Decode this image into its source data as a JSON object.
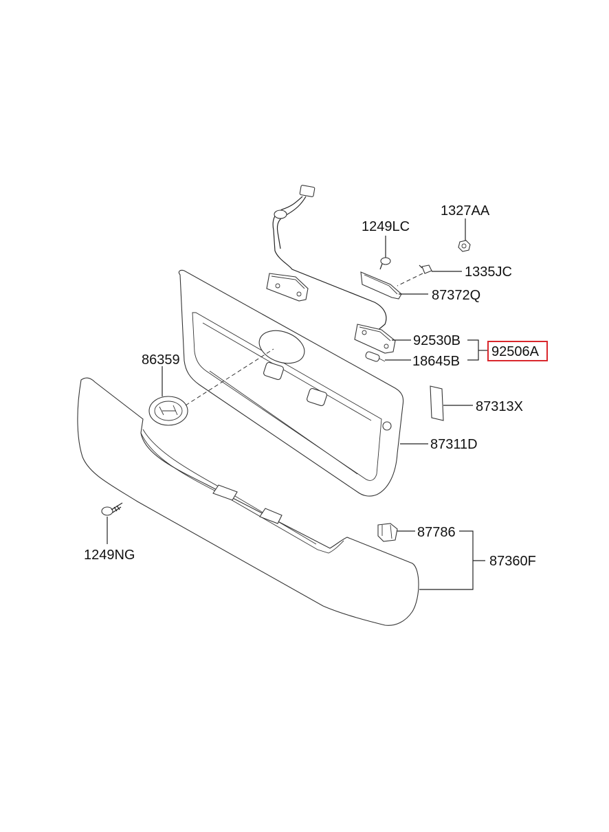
{
  "diagram": {
    "labels": {
      "p1327AA": "1327AA",
      "p1249LC": "1249LC",
      "p1335JC": "1335JC",
      "p87372Q": "87372Q",
      "p92530B": "92530B",
      "p92506A": "92506A",
      "p18645B": "18645B",
      "p86359": "86359",
      "p87313X": "87313X",
      "p87311D": "87311D",
      "p87786": "87786",
      "p87360F": "87360F",
      "p1249NG": "1249NG"
    },
    "highlight_color": "#d9262b"
  }
}
